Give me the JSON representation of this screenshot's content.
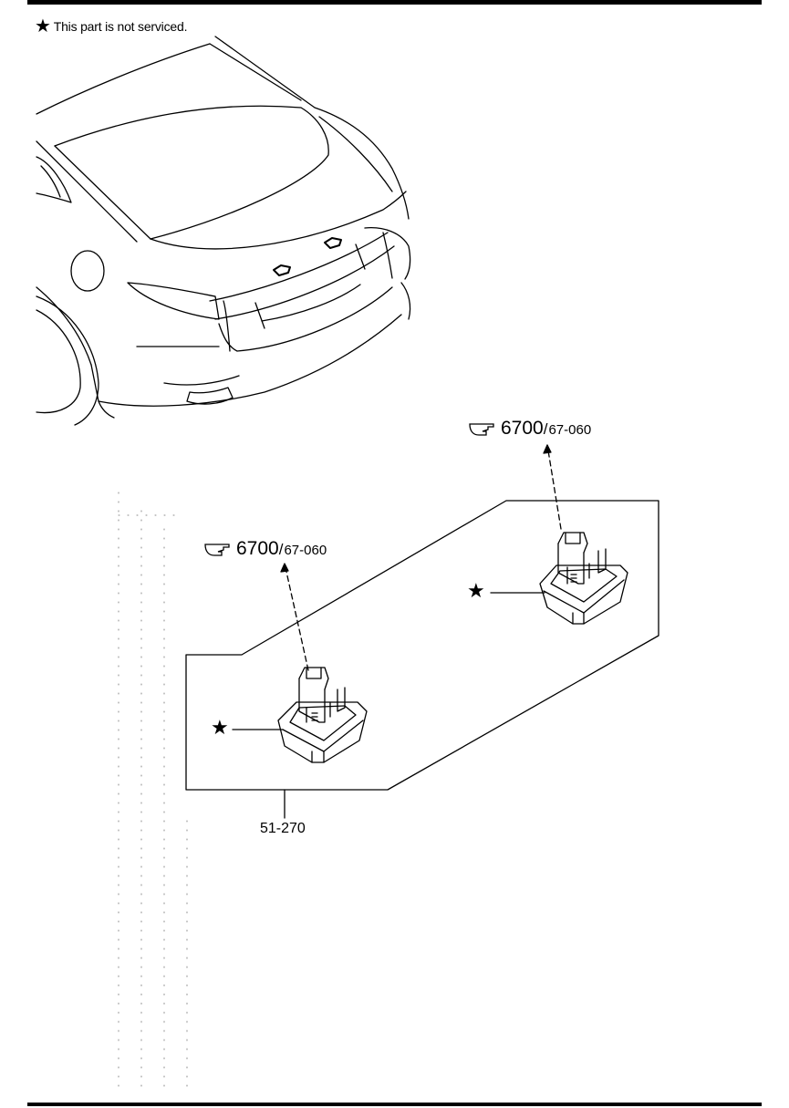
{
  "note": {
    "symbol": "★",
    "text": "This part is not serviced."
  },
  "callouts": [
    {
      "main": "6700",
      "separator": "/",
      "sub": "67-060",
      "icon": "pointing-hand-icon"
    },
    {
      "main": "6700",
      "separator": "/",
      "sub": "67-060",
      "icon": "pointing-hand-icon"
    }
  ],
  "markers": [
    {
      "symbol": "★"
    },
    {
      "symbol": "★"
    }
  ],
  "part_number": "51-270"
}
